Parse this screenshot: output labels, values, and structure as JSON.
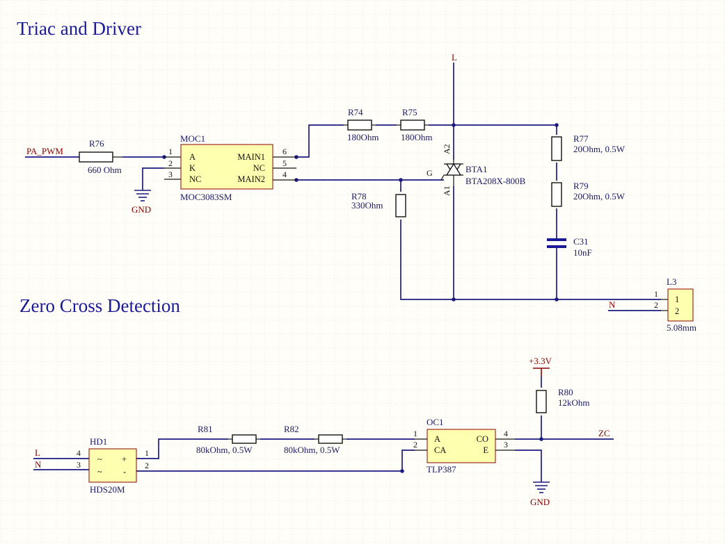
{
  "titles": {
    "triac_section": "Triac and Driver",
    "zero_cross_section": "Zero Cross Detection"
  },
  "nets": {
    "pa_pwm": "PA_PWM",
    "line_top": "L",
    "neutral_l3": "N",
    "line_hd1": "L",
    "neutral_hd1": "N",
    "zc": "ZC",
    "vcc": "+3.3V",
    "gnd_moc": "GND",
    "gnd_oc": "GND"
  },
  "components": {
    "r76": {
      "designator": "R76",
      "value": "660 Ohm"
    },
    "r74": {
      "designator": "R74",
      "value": "180Ohm"
    },
    "r75": {
      "designator": "R75",
      "value": "180Ohm"
    },
    "r77": {
      "designator": "R77",
      "value": "20Ohm, 0.5W"
    },
    "r79": {
      "designator": "R79",
      "value": "20Ohm, 0.5W"
    },
    "r78": {
      "designator": "R78",
      "value": "330Ohm"
    },
    "c31": {
      "designator": "C31",
      "value": "10nF"
    },
    "bta1": {
      "designator": "BTA1",
      "value": "BTA208X-800B",
      "pin_a1": "A1",
      "pin_a2": "A2",
      "pin_g": "G"
    },
    "moc1": {
      "designator": "MOC1",
      "value": "MOC3083SM",
      "pins_left": [
        {
          "num": "1",
          "name": "A"
        },
        {
          "num": "2",
          "name": "K"
        },
        {
          "num": "3",
          "name": "NC"
        }
      ],
      "pins_right": [
        {
          "num": "6",
          "name": "MAIN1"
        },
        {
          "num": "5",
          "name": "NC"
        },
        {
          "num": "4",
          "name": "MAIN2"
        }
      ]
    },
    "l3": {
      "designator": "L3",
      "value": "5.08mm",
      "pins": [
        {
          "num": "1",
          "label": "1"
        },
        {
          "num": "2",
          "label": "2"
        }
      ]
    },
    "hd1": {
      "designator": "HD1",
      "value": "HDS20M",
      "pins_left": [
        {
          "num": "4",
          "sym": "~"
        },
        {
          "num": "3",
          "sym": "~"
        }
      ],
      "pins_right": [
        {
          "num": "1",
          "sym": "+"
        },
        {
          "num": "2",
          "sym": "-"
        }
      ]
    },
    "r81": {
      "designator": "R81",
      "value": "80kOhm, 0.5W"
    },
    "r82": {
      "designator": "R82",
      "value": "80kOhm, 0.5W"
    },
    "oc1": {
      "designator": "OC1",
      "value": "TLP387",
      "pins_left": [
        {
          "num": "1",
          "name": "A"
        },
        {
          "num": "2",
          "name": "CA"
        }
      ],
      "pins_right": [
        {
          "num": "4",
          "name": "CO"
        },
        {
          "num": "3",
          "name": "E"
        }
      ]
    },
    "r80": {
      "designator": "R80",
      "value": "12kOhm"
    }
  },
  "colors": {
    "background": "#fffef8",
    "grid": "#e4e4dc",
    "wire": "#1a1a80",
    "component_body": "#ffffb0",
    "component_border": "#8b0000",
    "net_label": "#8b0000",
    "title": "#1a1a99"
  }
}
